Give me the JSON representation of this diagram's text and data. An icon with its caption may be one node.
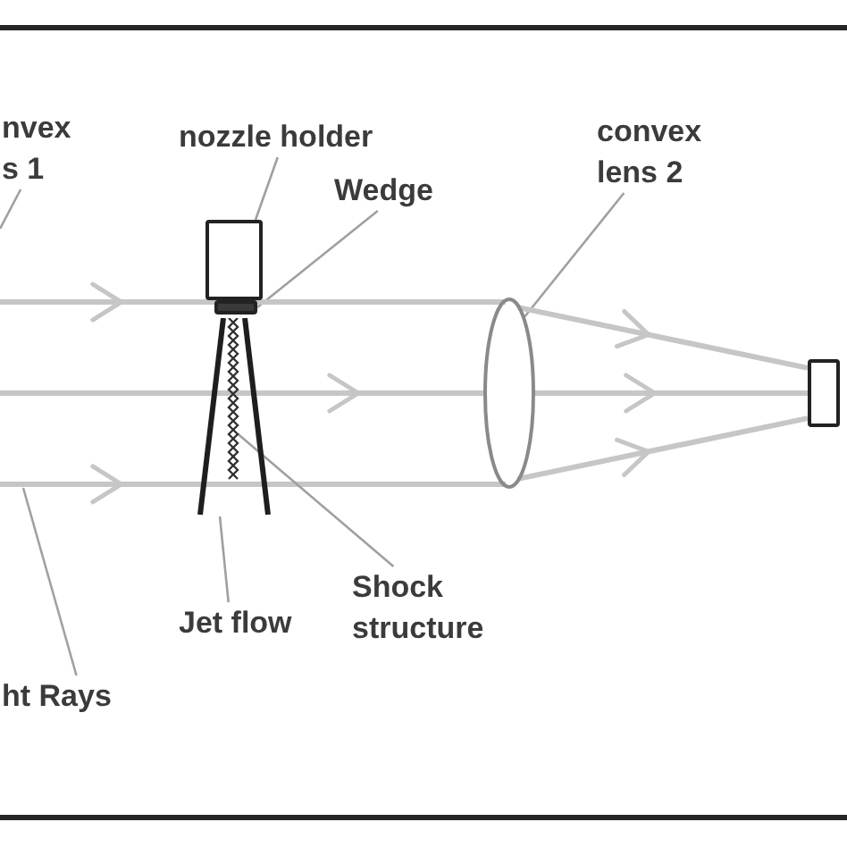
{
  "diagram": {
    "nodes": [
      {
        "text": [
          "nvex s 1"
        ]
      },
      {
        "text": [
          "nozzle holder"
        ]
      },
      {
        "text": [
          "convex lens 2"
        ]
      },
      {
        "text": [
          "Wedge"
        ]
      },
      {
        "text": [],
        "shape": "box"
      },
      {
        "text": [],
        "shape": "box"
      },
      {
        "text": [],
        "shape": "ellipse"
      },
      {
        "text": [],
        "shape": "box"
      },
      {
        "text": [],
        "shape": "cone"
      },
      {
        "text": [],
        "shape": "chain",
        "in": 8
      },
      {
        "text": [
          "Shock structure"
        ]
      },
      {
        "text": [
          "Jet flow"
        ]
      },
      {
        "text": [
          "ht Rays"
        ]
      }
    ],
    "edges": [
      {
        "from": 0,
        "to": null,
        "arrow": "none"
      },
      {
        "from": 1,
        "to": 4,
        "arrow": "none"
      },
      {
        "from": 2,
        "to": 6,
        "arrow": "none"
      },
      {
        "from": 3,
        "to": 5,
        "arrow": "none"
      },
      {
        "from": null,
        "to": 6,
        "arrow": "to",
        "style": "thick",
        "color": "#c6c6c6"
      },
      {
        "from": null,
        "to": 6,
        "arrow": "to",
        "style": "thick",
        "color": "#c6c6c6"
      },
      {
        "from": null,
        "to": 6,
        "arrow": "to",
        "style": "thick",
        "color": "#c6c6c6"
      },
      {
        "from": 6,
        "to": 7,
        "arrow": "to",
        "style": "thick",
        "color": "#c6c6c6"
      },
      {
        "from": 6,
        "to": 7,
        "arrow": "to",
        "style": "thick",
        "color": "#c6c6c6"
      },
      {
        "from": 6,
        "to": 7,
        "arrow": "to",
        "style": "thick",
        "color": "#c6c6c6"
      },
      {
        "from": 11,
        "to": 8,
        "arrow": "none"
      },
      {
        "from": 10,
        "to": 9,
        "arrow": "none"
      },
      {
        "from": 12,
        "to": null,
        "arrow": "none"
      }
    ]
  }
}
